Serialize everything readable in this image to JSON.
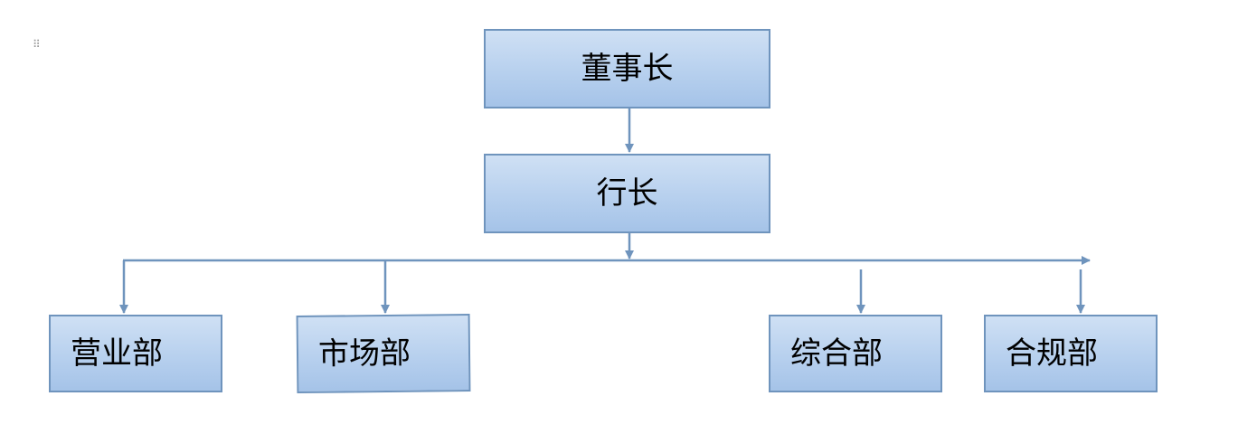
{
  "org_chart": {
    "chairman": "董事长",
    "president": "行长",
    "departments": [
      "营业部",
      "市场部",
      "综合部",
      "合规部"
    ]
  },
  "colors": {
    "box_border": "#6f94bd",
    "box_fill_top": "#cfe0f4",
    "box_fill_bottom": "#a5c3e8",
    "connector": "#6f94bd"
  },
  "icons": {
    "drag_handle": "drag-handle-icon"
  }
}
